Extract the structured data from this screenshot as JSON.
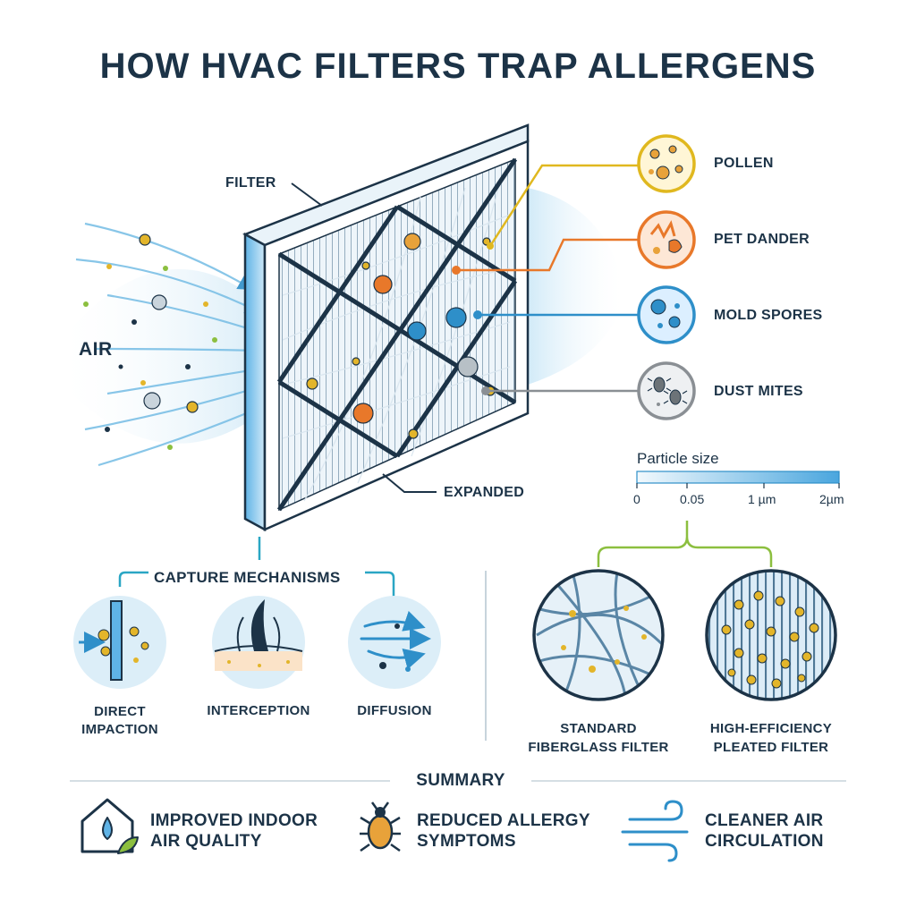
{
  "title": "HOW HVAC FILTERS TRAP ALLERGENS",
  "labels": {
    "filter": "FILTER",
    "air": "AIR",
    "expanded": "EXPANDED"
  },
  "allergens": [
    {
      "label": "POLLEN",
      "color": "#e0b81f",
      "icon": "pollen-icon"
    },
    {
      "label": "PET DANDER",
      "color": "#e8782a",
      "icon": "pet-dander-icon"
    },
    {
      "label": "MOLD SPORES",
      "color": "#2e8fc9",
      "icon": "mold-spores-icon"
    },
    {
      "label": "DUST MITES",
      "color": "#8a8f94",
      "icon": "dust-mites-icon"
    }
  ],
  "particle_scale": {
    "title": "Particle size",
    "ticks": [
      "0",
      "0.05",
      "1 µm",
      "2µm"
    ]
  },
  "capture": {
    "heading": "CAPTURE MECHANISMS",
    "items": [
      {
        "label_lines": [
          "DIRECT",
          "IMPACTION"
        ],
        "icon": "direct-impaction-icon"
      },
      {
        "label_lines": [
          "INTERCEPTION"
        ],
        "icon": "interception-icon"
      },
      {
        "label_lines": [
          "DIFFUSION"
        ],
        "icon": "diffusion-icon"
      }
    ]
  },
  "filters": [
    {
      "label_lines": [
        "STANDARD",
        "FIBERGLASS FILTER"
      ],
      "icon": "fiberglass-filter-icon"
    },
    {
      "label_lines": [
        "HIGH-EFFICIENCY",
        "PLEATED FILTER"
      ],
      "icon": "pleated-filter-icon"
    }
  ],
  "summary": {
    "heading": "SUMMARY",
    "items": [
      {
        "lines": [
          "IMPROVED INDOOR",
          "AIR QUALITY"
        ],
        "icon": "house-water-leaf-icon"
      },
      {
        "lines": [
          "REDUCED ALLERGY",
          "SYMPTOMS"
        ],
        "icon": "bug-icon"
      },
      {
        "lines": [
          "CLEANER AIR",
          "CIRCULATION"
        ],
        "icon": "wind-icon"
      }
    ]
  },
  "colors": {
    "ink": "#1c3347",
    "accent_blue": "#2e8fc9",
    "accent_teal": "#2aa6c4",
    "accent_green": "#8cbf3f",
    "light_blue": "#dceef8"
  }
}
